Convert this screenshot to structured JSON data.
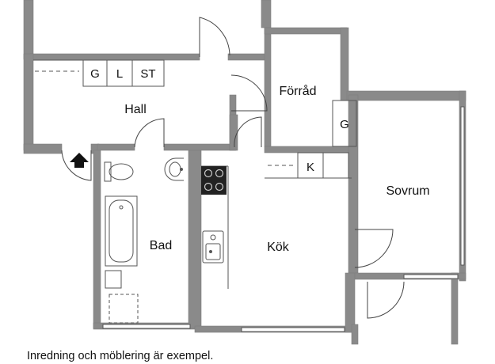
{
  "rooms": {
    "hall": "Hall",
    "forrad": "Förråd",
    "sovrum": "Sovrum",
    "kok": "Kök",
    "bad": "Bad"
  },
  "storage": {
    "g_hall": "G",
    "l_hall": "L",
    "st_hall": "ST",
    "g_forrad": "G",
    "k_kok": "K"
  },
  "caption": "Inredning och möblering är exempel."
}
